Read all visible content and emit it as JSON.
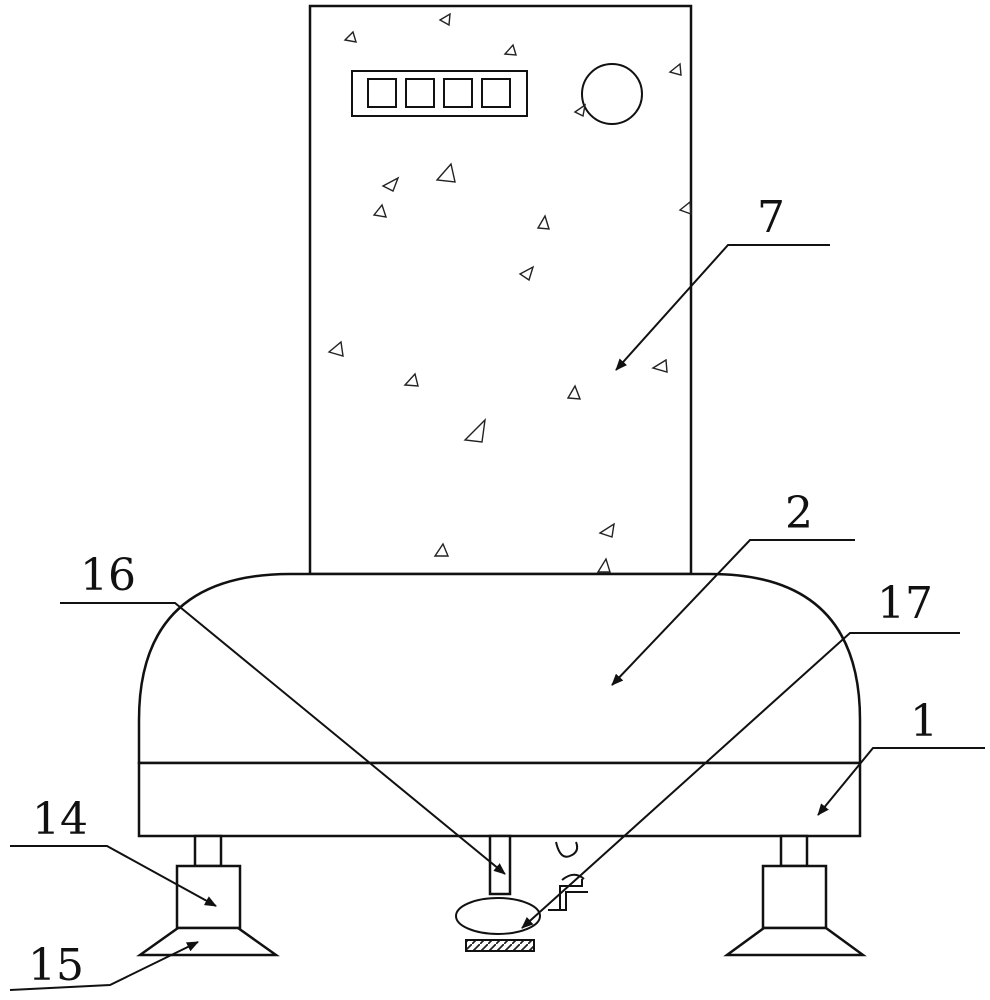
{
  "diagram": {
    "callouts": [
      {
        "id": "7",
        "text": "7"
      },
      {
        "id": "2",
        "text": "2"
      },
      {
        "id": "16",
        "text": "16"
      },
      {
        "id": "17",
        "text": "17"
      },
      {
        "id": "1",
        "text": "1"
      },
      {
        "id": "14",
        "text": "14"
      },
      {
        "id": "15",
        "text": "15"
      }
    ],
    "display_panel": {
      "segment_count": 4
    },
    "colors": {
      "line": "#111111",
      "background": "#ffffff",
      "hatch": "#222222"
    }
  }
}
